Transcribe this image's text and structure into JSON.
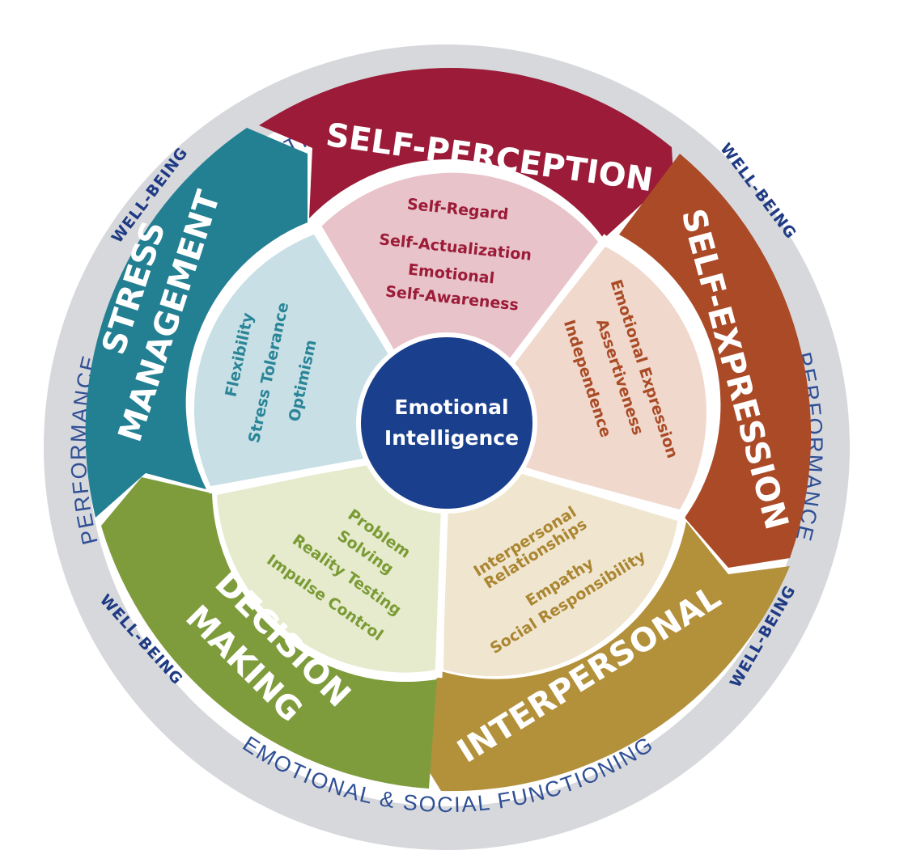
{
  "outer_ring": {
    "top_text": "EMOTIONAL & SOCIAL FUNCTIONING",
    "bottom_text": "EMOTIONAL & SOCIAL FUNCTIONING",
    "left_text": "PERFORMANCE",
    "right_text": "PERFORMANCE",
    "wellbeing_labels": [
      "WELL-BEING",
      "WELL-BEING",
      "WELL-BEING",
      "WELL-BEING"
    ]
  },
  "center": {
    "line1": "Emotional",
    "line2": "Intelligence",
    "color": "#1a3f8d"
  },
  "composites": [
    {
      "id": "self-perception",
      "title_lines": [
        "SELF-PERCEPTION"
      ],
      "color": "#9b1b38",
      "inner_color": "#e8c3c9",
      "text_color": "#9b1b38",
      "subscales": [
        "Self-Regard",
        "Self-Actualization",
        "Emotional",
        "Self-Awareness"
      ]
    },
    {
      "id": "self-expression",
      "title_lines": [
        "SELF-EXPRESSION"
      ],
      "color": "#ab4a27",
      "inner_color": "#f0d8cc",
      "text_color": "#a94b26",
      "subscales": [
        "Emotional Expression",
        "Assertiveness",
        "Independence"
      ]
    },
    {
      "id": "interpersonal",
      "title_lines": [
        "INTERPERSONAL"
      ],
      "color": "#b3903a",
      "inner_color": "#f0e6cf",
      "text_color": "#ab8632",
      "subscales": [
        "Interpersonal",
        "Relationships",
        "Empathy",
        "Social Responsibility"
      ]
    },
    {
      "id": "decision-making",
      "title_lines": [
        "DECISION",
        "MAKING"
      ],
      "color": "#7f9c3d",
      "inner_color": "#e6ebcd",
      "text_color": "#7b9b36",
      "subscales": [
        "Problem",
        "Solving",
        "Reality Testing",
        "Impulse Control"
      ]
    },
    {
      "id": "stress-management",
      "title_lines": [
        "STRESS",
        "MANAGEMENT"
      ],
      "color": "#237f92",
      "inner_color": "#c8dfe6",
      "text_color": "#2a8597",
      "subscales": [
        "Flexibility",
        "Stress Tolerance",
        "Optimism"
      ]
    }
  ]
}
